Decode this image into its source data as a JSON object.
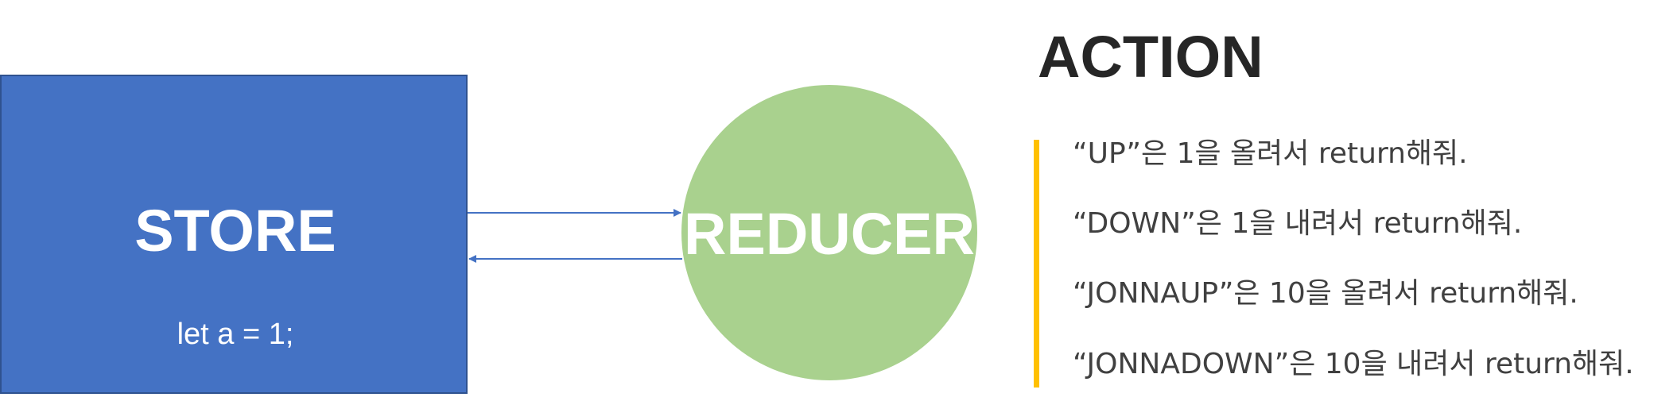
{
  "store": {
    "title": "STORE",
    "code": "let a = 1;"
  },
  "reducer": {
    "title": "REDUCER"
  },
  "action": {
    "title": "ACTION",
    "items": [
      "“UP”은 1을 올려서 return해줘.",
      "“DOWN”은 1을 내려서 return해줘.",
      "“JONNAUP”은 10을 올려서 return해줘.",
      "“JONNADOWN”은 10을 내려서 return해줘."
    ]
  },
  "colors": {
    "store_fill": "#4472c4",
    "reducer_fill": "#a9d18e",
    "accent_bar": "#ffc000",
    "arrow": "#4472c4"
  }
}
